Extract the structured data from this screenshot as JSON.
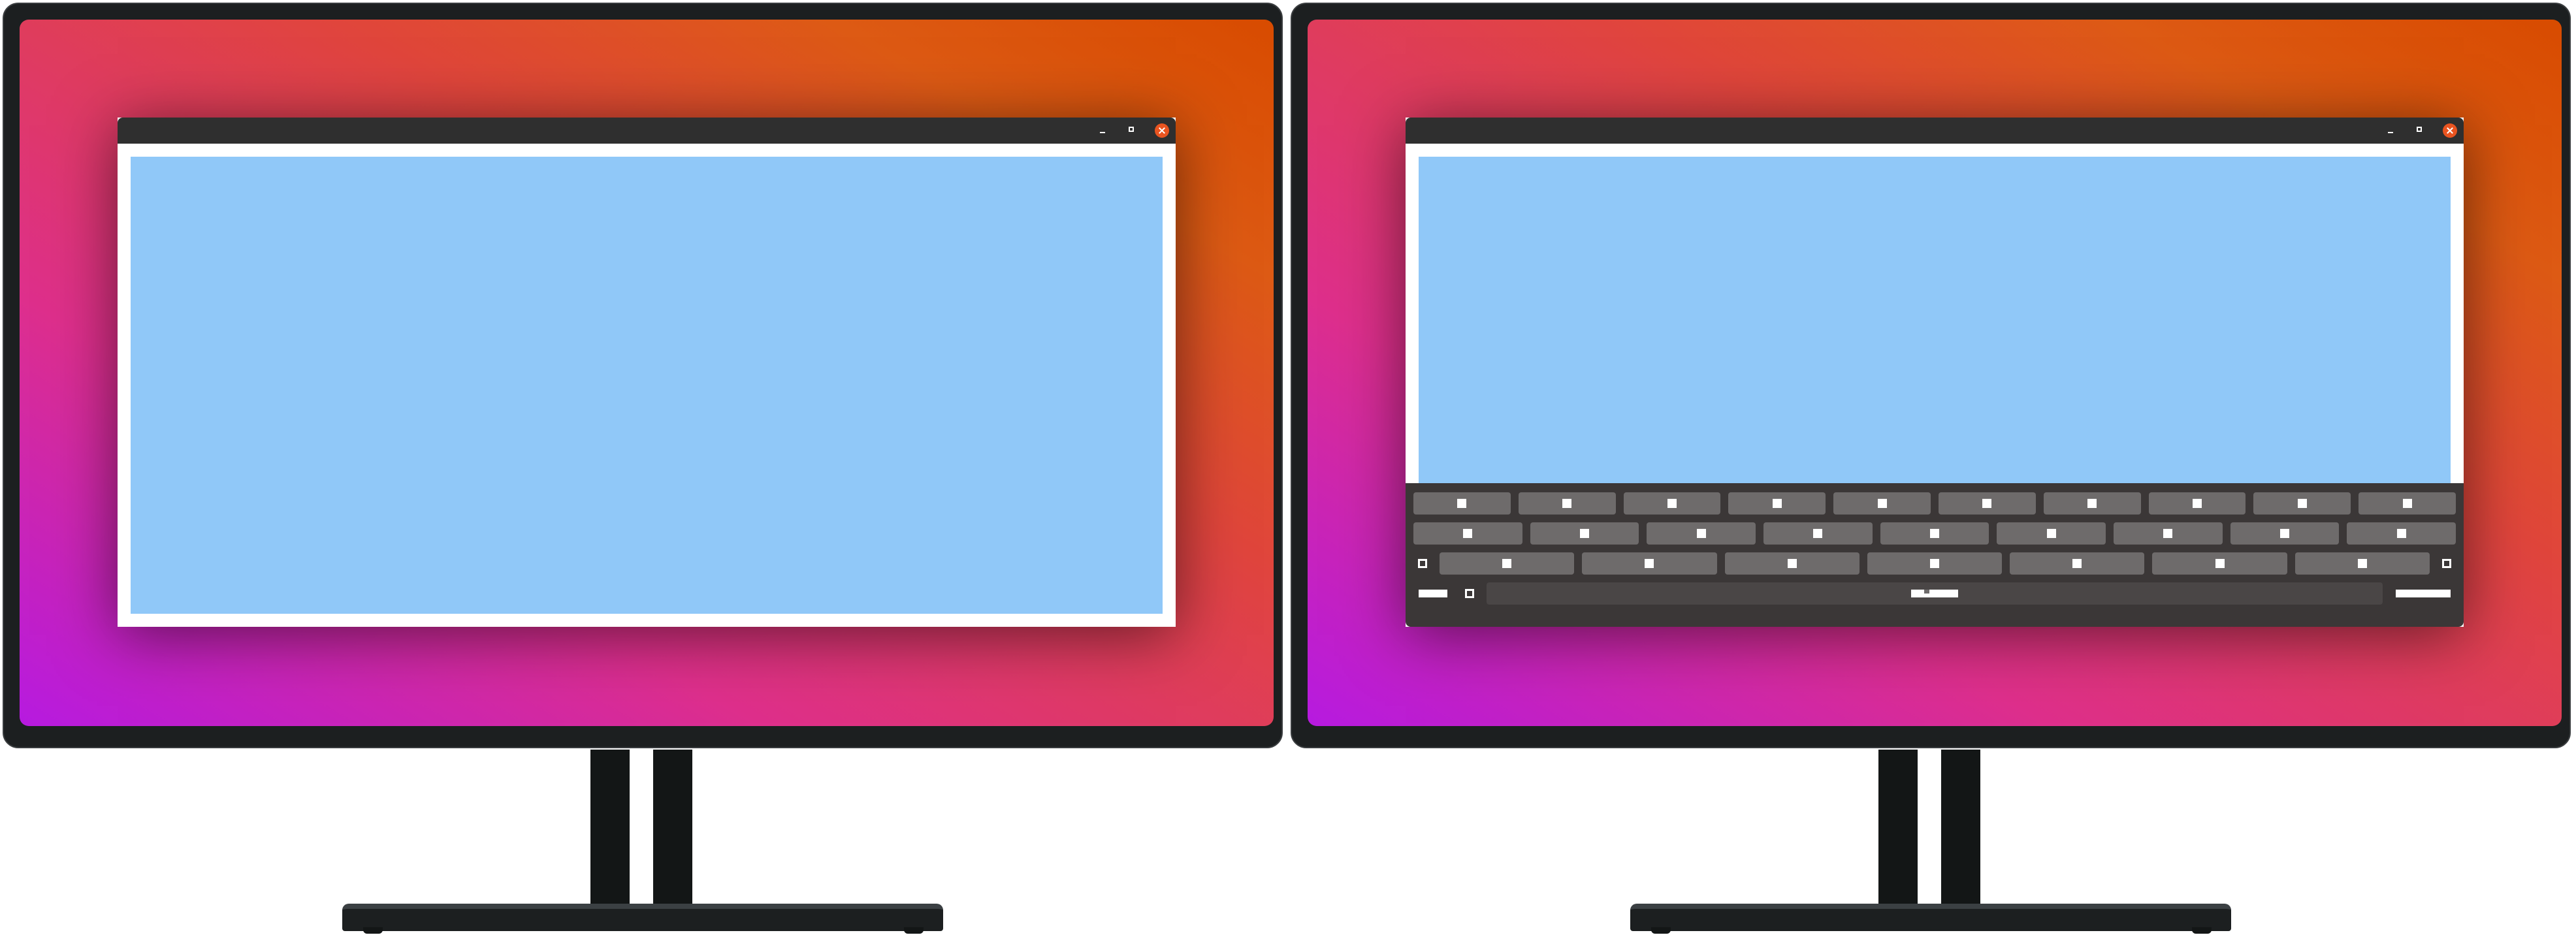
{
  "monitors": [
    {
      "label": "left",
      "window": {
        "keyboard_visible": false
      }
    },
    {
      "label": "right",
      "window": {
        "keyboard_visible": true
      }
    }
  ],
  "window_controls": {
    "minimize_icon": "minimize-icon",
    "maximize_icon": "maximize-icon",
    "close_icon": "close-icon"
  },
  "keyboard": {
    "row1_keys": 10,
    "row2_keys": 9,
    "row3_keys": 7,
    "bottom_row": [
      "symbols-key",
      "layout-key",
      "space-key",
      "enter-key"
    ]
  },
  "colors": {
    "wallpaper_start": "#b61ae0",
    "wallpaper_mid": "#de2f8c",
    "wallpaper_end": "#d84b00",
    "titlebar": "#2f2f2f",
    "close_button": "#e95420",
    "window_content": "#90c8f8",
    "keyboard_bg": "#3b3737",
    "key_bg": "#6e6b6b"
  }
}
